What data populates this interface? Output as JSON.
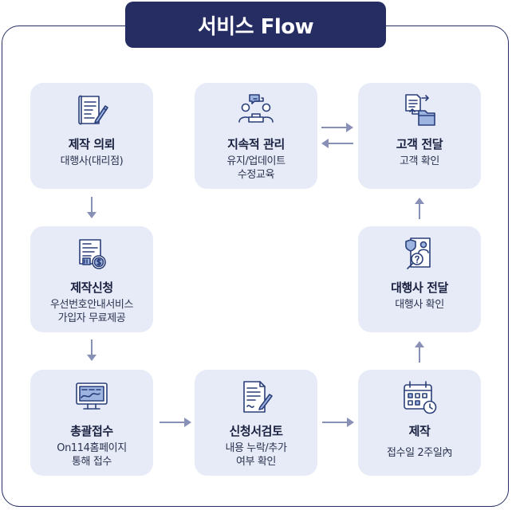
{
  "title": "서비스 Flow",
  "steps": {
    "request": {
      "title": "제작 의뢰",
      "desc": [
        "대행사(대리점)"
      ],
      "icon": "document-pen-icon"
    },
    "apply": {
      "title": "제작신청",
      "desc": [
        "우선번호안내서비스",
        "가입자 무료제공"
      ],
      "icon": "invoice-coin-icon"
    },
    "intake": {
      "title": "총괄접수",
      "desc": [
        "On114홈페이지",
        "통해 접수"
      ],
      "icon": "monitor-icon"
    },
    "review": {
      "title": "신청서검토",
      "desc": [
        "내용 누락/추가",
        "여부 확인"
      ],
      "icon": "form-pen-icon"
    },
    "produce": {
      "title": "제작",
      "desc": [
        "접수일 2주일內"
      ],
      "icon": "calendar-clock-icon"
    },
    "agency": {
      "title": "대행사 전달",
      "desc": [
        "대행사 확인"
      ],
      "icon": "profile-search-icon"
    },
    "customer": {
      "title": "고객 전달",
      "desc": [
        "고객 확인"
      ],
      "icon": "document-transfer-icon"
    },
    "manage": {
      "title": "지속적 관리",
      "desc": [
        "유지/업데이트",
        "수정교육"
      ],
      "icon": "team-chat-icon"
    }
  },
  "colors": {
    "card_bg": "#e6ebf7",
    "accent": "#262d63",
    "arrow": "#8890b8",
    "icon_stroke": "#2a3f7a"
  }
}
